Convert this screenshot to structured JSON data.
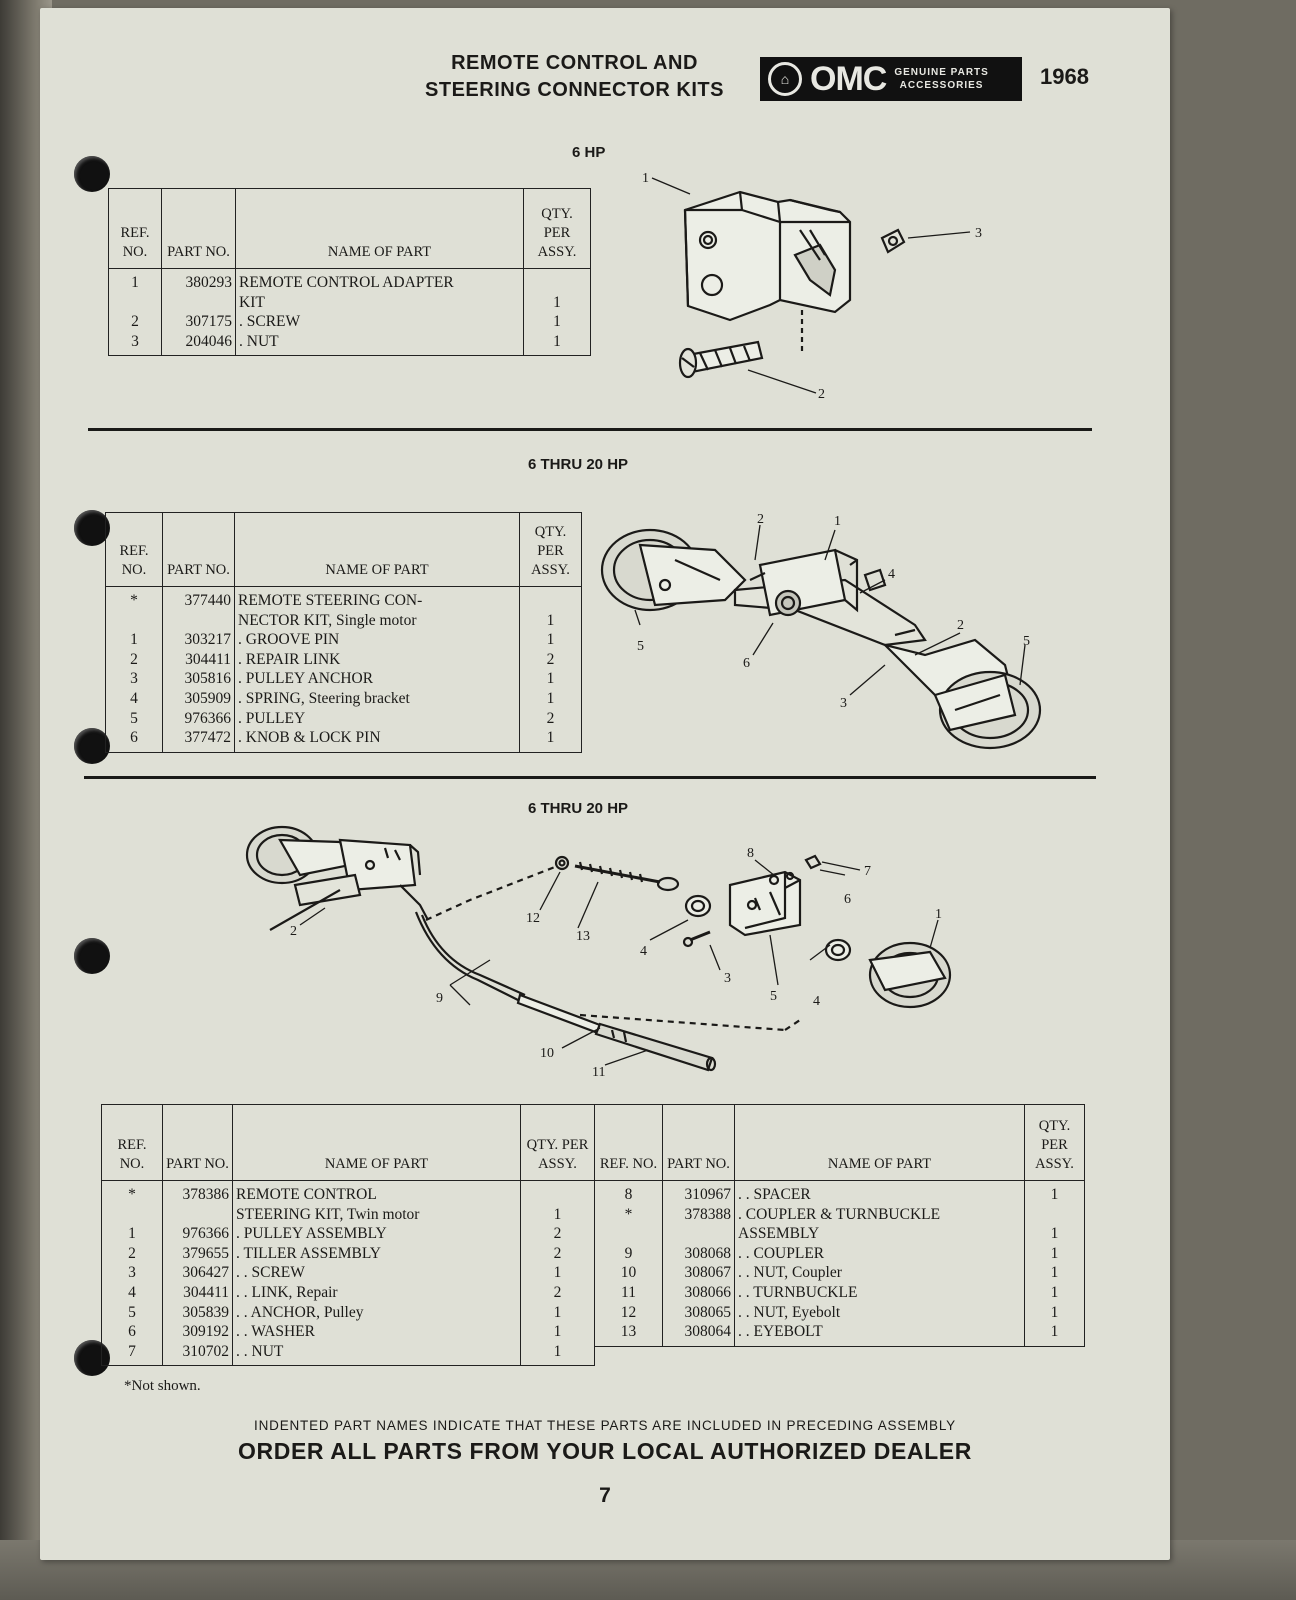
{
  "header": {
    "title_line1": "REMOTE CONTROL AND",
    "title_line2": "STEERING CONNECTOR KITS",
    "brand": "OMC",
    "brand_sub1": "GENUINE PARTS",
    "brand_sub2": "ACCESSORIES",
    "year": "1968"
  },
  "columns": {
    "ref": "REF. NO.",
    "part": "PART NO.",
    "name": "NAME OF PART",
    "qty": "QTY. PER ASSY."
  },
  "section1": {
    "heading": "6 HP",
    "rows": [
      {
        "ref": "1",
        "part": "380293",
        "name": "REMOTE CONTROL ADAPTER",
        "qty": ""
      },
      {
        "ref": "",
        "part": "",
        "name": "KIT",
        "qty": "1"
      },
      {
        "ref": "2",
        "part": "307175",
        "name": ". SCREW",
        "qty": "1"
      },
      {
        "ref": "3",
        "part": "204046",
        "name": ". NUT",
        "qty": "1"
      }
    ],
    "callouts": [
      "1",
      "2",
      "3"
    ]
  },
  "section2": {
    "heading": "6 THRU 20 HP",
    "rows": [
      {
        "ref": "*",
        "part": "377440",
        "name": "REMOTE STEERING CON-",
        "qty": ""
      },
      {
        "ref": "",
        "part": "",
        "name": "NECTOR KIT, Single motor",
        "qty": "1"
      },
      {
        "ref": "1",
        "part": "303217",
        "name": ". GROOVE PIN",
        "qty": "1"
      },
      {
        "ref": "2",
        "part": "304411",
        "name": ". REPAIR LINK",
        "qty": "2"
      },
      {
        "ref": "3",
        "part": "305816",
        "name": ". PULLEY ANCHOR",
        "qty": "1"
      },
      {
        "ref": "4",
        "part": "305909",
        "name": ". SPRING, Steering bracket",
        "qty": "1"
      },
      {
        "ref": "5",
        "part": "976366",
        "name": ". PULLEY",
        "qty": "2"
      },
      {
        "ref": "6",
        "part": "377472",
        "name": ". KNOB & LOCK PIN",
        "qty": "1"
      }
    ],
    "callouts": [
      "1",
      "2",
      "2",
      "3",
      "4",
      "5",
      "5",
      "6"
    ]
  },
  "section3": {
    "heading": "6 THRU 20 HP",
    "left_rows": [
      {
        "ref": "*",
        "part": "378386",
        "name": "REMOTE CONTROL",
        "qty": ""
      },
      {
        "ref": "",
        "part": "",
        "name": "STEERING KIT, Twin motor",
        "qty": "1"
      },
      {
        "ref": "1",
        "part": "976366",
        "name": ". PULLEY ASSEMBLY",
        "qty": "2"
      },
      {
        "ref": "2",
        "part": "379655",
        "name": ". TILLER ASSEMBLY",
        "qty": "2"
      },
      {
        "ref": "3",
        "part": "306427",
        "name": ". . SCREW",
        "qty": "1"
      },
      {
        "ref": "4",
        "part": "304411",
        "name": ". . LINK, Repair",
        "qty": "2"
      },
      {
        "ref": "5",
        "part": "305839",
        "name": ". . ANCHOR, Pulley",
        "qty": "1"
      },
      {
        "ref": "6",
        "part": "309192",
        "name": ". . WASHER",
        "qty": "1"
      },
      {
        "ref": "7",
        "part": "310702",
        "name": ". . NUT",
        "qty": "1"
      }
    ],
    "right_rows": [
      {
        "ref": "8",
        "part": "310967",
        "name": ". . SPACER",
        "qty": "1"
      },
      {
        "ref": "*",
        "part": "378388",
        "name": ". COUPLER & TURNBUCKLE",
        "qty": ""
      },
      {
        "ref": "",
        "part": "",
        "name": "ASSEMBLY",
        "qty": "1"
      },
      {
        "ref": "9",
        "part": "308068",
        "name": ". . COUPLER",
        "qty": "1"
      },
      {
        "ref": "10",
        "part": "308067",
        "name": ". . NUT, Coupler",
        "qty": "1"
      },
      {
        "ref": "11",
        "part": "308066",
        "name": ". . TURNBUCKLE",
        "qty": "1"
      },
      {
        "ref": "12",
        "part": "308065",
        "name": ". . NUT, Eyebolt",
        "qty": "1"
      },
      {
        "ref": "13",
        "part": "308064",
        "name": ". . EYEBOLT",
        "qty": "1"
      }
    ],
    "callouts": [
      "1",
      "2",
      "3",
      "4",
      "4",
      "5",
      "6",
      "7",
      "8",
      "9",
      "10",
      "11",
      "12",
      "13"
    ]
  },
  "notes": {
    "not_shown": "*Not shown.",
    "indent_note": "INDENTED PART NAMES INDICATE THAT THESE PARTS ARE INCLUDED IN PRECEDING ASSEMBLY",
    "order_note": "ORDER ALL PARTS FROM YOUR LOCAL AUTHORIZED DEALER",
    "page_number": "7"
  }
}
